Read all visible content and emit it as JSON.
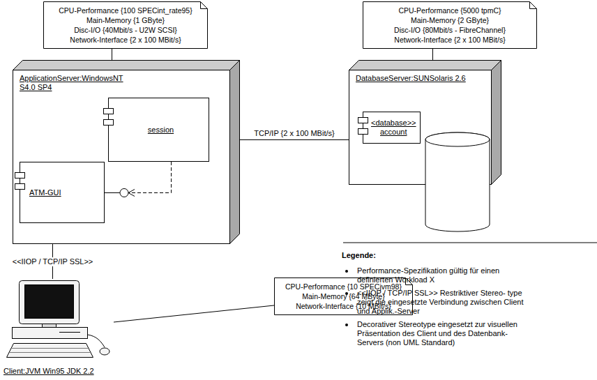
{
  "diagram": {
    "nodes": [
      {
        "text": [
          "CPU-Performance {100 SPECint_rate95}",
          "Main-Memory {1 GByte}",
          "Disc-I/O {40Mbit/s - U2W SCSI}",
          "Network-Interface {2 x 100 MBit/s}"
        ]
      },
      {
        "text": [
          "CPU-Performance {5000 tpmC}",
          "Main-Memory {2 GByte}",
          "Disc-I/O {80Mbit/s - FibreChannel}",
          "Network-Interface {2 x 100 MBit/s}"
        ]
      },
      {
        "text": [
          "ApplicationServer:WindowsNT S4.0 SP4"
        ]
      },
      {
        "text": [
          "session"
        ],
        "in": 2
      },
      {
        "text": [
          "ATM-GUI"
        ],
        "in": 2
      },
      {
        "text": [
          "DatabaseServer:SUNSolaris 2.6"
        ]
      },
      {
        "text": [
          "<database>>",
          "account"
        ],
        "in": 5
      },
      {
        "text": [
          "CPU-Performance {10 SPECjvm98}",
          "Main-Memory {64 MByte}",
          "Network-Interface {10 MBit/s}"
        ]
      },
      {
        "text": [
          "Client:JVM Win95 JDK 2.2"
        ]
      }
    ],
    "edges": [
      {
        "from": 0,
        "to": 2,
        "arrow": "none"
      },
      {
        "from": 1,
        "to": 5,
        "arrow": "none"
      },
      {
        "from": 3,
        "to": 4,
        "arrow": "to"
      },
      {
        "from": 2,
        "to": 5,
        "label": "TCP/IP {2 x 100 MBit/s}",
        "arrow": "none"
      },
      {
        "from": 2,
        "to": 8,
        "label": "<<IIOP / TCP/IP SSL>>",
        "arrow": "none"
      },
      {
        "from": 7,
        "to": 8,
        "arrow": "none"
      }
    ],
    "labels": [
      "Legende:"
    ],
    "legend": [
      {
        "text": "Performance-Spezifikation gültig für einen definierten Workload X"
      },
      {
        "text": "<<IIOP / TCP/IP SSL>> Restriktiver Stereo- type zeigt die eingesetzte Verbindung zwischen Client und Applik.-Server"
      },
      {
        "text": "Decorativer Stereotype eingesetzt zur visuellen Präsentation des Client und des Datenbank-Servers (non UML Standard)"
      }
    ]
  }
}
